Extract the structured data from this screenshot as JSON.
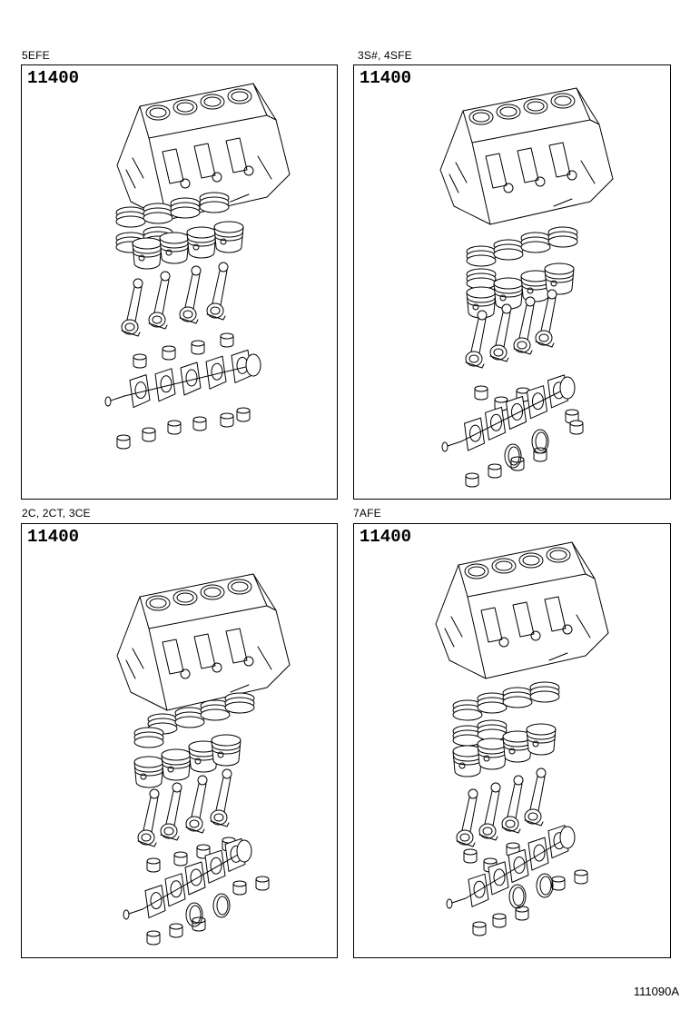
{
  "panels": [
    {
      "caption": "5EFE",
      "part_code": "11400"
    },
    {
      "caption": "3S#, 4SFE",
      "part_code": "11400"
    },
    {
      "caption": "2C, 2CT, 3CE",
      "part_code": "11400"
    },
    {
      "caption": "7AFE",
      "part_code": "11400"
    }
  ],
  "figure_code": "111090A",
  "parts_icons": [
    "cylinder-block-icon",
    "piston-ring-icon",
    "piston-icon",
    "connecting-rod-icon",
    "bearing-icon",
    "crankshaft-icon",
    "thrust-washer-icon"
  ]
}
